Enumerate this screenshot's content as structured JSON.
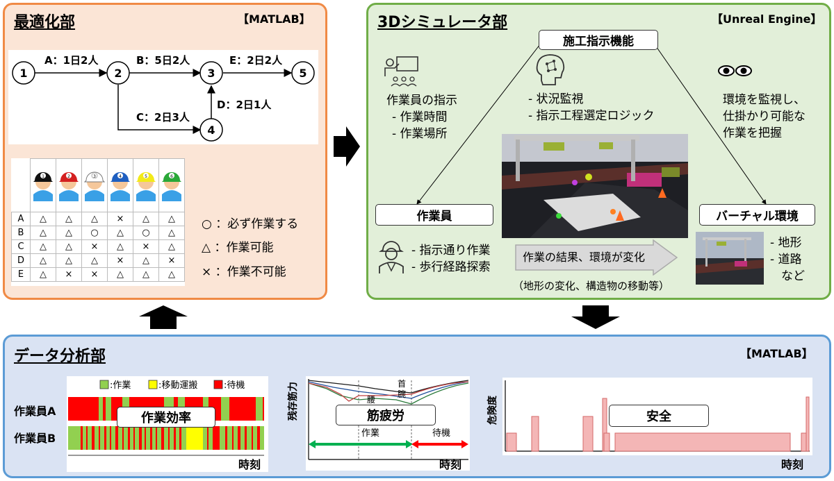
{
  "optimization": {
    "title": "最適化部",
    "tool": "【MATLAB】",
    "network": {
      "nodes": [
        "1",
        "2",
        "3",
        "4",
        "5"
      ],
      "edges": [
        {
          "label": "A：1日2人"
        },
        {
          "label": "B：5日2人"
        },
        {
          "label": "E：2日2人"
        },
        {
          "label": "C：2日3人"
        },
        {
          "label": "D：2日1人"
        }
      ]
    },
    "workers": [
      "1",
      "2",
      "3",
      "4",
      "5",
      "6"
    ],
    "worker_colors": [
      "#111111",
      "#d42020",
      "#ffffff",
      "#1f5fc0",
      "#f2ea1a",
      "#2aa838"
    ],
    "rows": [
      {
        "label": "A",
        "cells": [
          "△",
          "△",
          "△",
          "×",
          "△",
          "△"
        ]
      },
      {
        "label": "B",
        "cells": [
          "△",
          "△",
          "○",
          "△",
          "○",
          "△"
        ]
      },
      {
        "label": "C",
        "cells": [
          "△",
          "△",
          "×",
          "△",
          "×",
          "△"
        ]
      },
      {
        "label": "D",
        "cells": [
          "△",
          "△",
          "△",
          "×",
          "△",
          "×"
        ]
      },
      {
        "label": "E",
        "cells": [
          "△",
          "×",
          "×",
          "△",
          "△",
          "△"
        ]
      }
    ],
    "legend": [
      "○ ：必ず作業する",
      "△ ：作業可能",
      "× ：作業不可能"
    ]
  },
  "simulator": {
    "title": "3Dシミュレータ部",
    "tool": "【Unreal Engine】",
    "construction_box": "施工指示機能",
    "worker_instruction": {
      "heading": "作業員の指示",
      "items": [
        "- 作業時間",
        "- 作業場所"
      ]
    },
    "monitor": {
      "items": [
        "- 状況監視",
        "- 指示工程選定ロジック"
      ]
    },
    "env_monitor": [
      "環境を監視し、",
      "仕掛かり可能な",
      "作業を把握"
    ],
    "worker_box": "作業員",
    "worker_actions": [
      "- 指示通り作業",
      "- 歩行経路探索"
    ],
    "virtual_box": "バーチャル環境",
    "virtual_items": [
      "- 地形",
      "- 道路",
      "など"
    ],
    "result_arrow": "作業の結果、環境が変化",
    "result_note": "（地形の変化、構造物の移動等）"
  },
  "analysis": {
    "title": "データ分析部",
    "tool": "【MATLAB】",
    "efficiency": {
      "legend": [
        ":作業",
        ":移動運搬",
        ":待機"
      ],
      "legend_colors": [
        "#92d050",
        "#ffff00",
        "#ff0000"
      ],
      "rows": [
        "作業員A",
        "作業員B"
      ],
      "label": "作業効率",
      "xlabel": "時刻"
    },
    "fatigue": {
      "ylabel": "残存筋力",
      "label": "筋疲労",
      "series_labels": [
        "首",
        "腕",
        "腰"
      ],
      "phases": [
        "作業",
        "待機"
      ],
      "xlabel": "時刻"
    },
    "safety": {
      "ylabel": "危険度",
      "label": "安全",
      "xlabel": "時刻"
    }
  }
}
